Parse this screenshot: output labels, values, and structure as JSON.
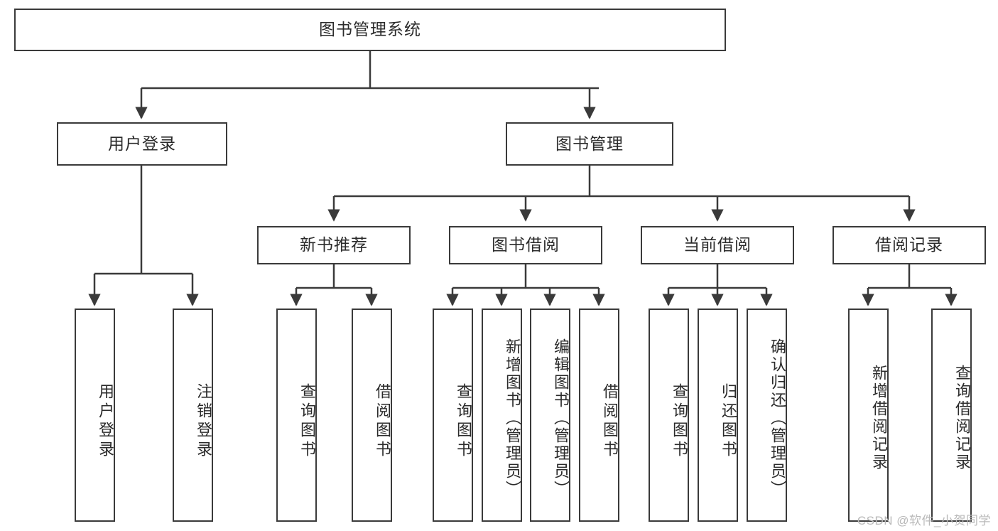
{
  "diagram": {
    "title": "图书管理系统",
    "type": "hierarchy-tree",
    "nodes": {
      "root": {
        "label": "图书管理系统",
        "level": 1,
        "orientation": "horizontal"
      },
      "user_login": {
        "label": "用户登录",
        "level": 2,
        "orientation": "horizontal"
      },
      "book_manage": {
        "label": "图书管理",
        "level": 2,
        "orientation": "horizontal"
      },
      "new_book_rec": {
        "label": "新书推荐",
        "level": 3,
        "orientation": "horizontal"
      },
      "book_borrow": {
        "label": "图书借阅",
        "level": 3,
        "orientation": "horizontal"
      },
      "current_borrow": {
        "label": "当前借阅",
        "level": 3,
        "orientation": "horizontal"
      },
      "borrow_record": {
        "label": "借阅记录",
        "level": 3,
        "orientation": "horizontal"
      },
      "leaf_user_login": {
        "label": "用户登录",
        "level": 4,
        "orientation": "vertical"
      },
      "leaf_user_logout": {
        "label": "注销登录",
        "level": 4,
        "orientation": "vertical"
      },
      "leaf_query_book_1": {
        "label": "查询图书",
        "level": 4,
        "orientation": "vertical"
      },
      "leaf_borrow_book_1": {
        "label": "借阅图书",
        "level": 4,
        "orientation": "vertical"
      },
      "leaf_query_book_2": {
        "label": "查询图书",
        "level": 4,
        "orientation": "vertical"
      },
      "leaf_add_book": {
        "label": "新增图书（管理员）",
        "level": 4,
        "orientation": "vertical"
      },
      "leaf_edit_book": {
        "label": "编辑图书（管理员）",
        "level": 4,
        "orientation": "vertical"
      },
      "leaf_borrow_book_2": {
        "label": "借阅图书",
        "level": 4,
        "orientation": "vertical"
      },
      "leaf_query_book_3": {
        "label": "查询图书",
        "level": 4,
        "orientation": "vertical"
      },
      "leaf_return_book": {
        "label": "归还图书",
        "level": 4,
        "orientation": "vertical"
      },
      "leaf_confirm_return": {
        "label": "确认归还（管理员）",
        "level": 4,
        "orientation": "vertical"
      },
      "leaf_add_record": {
        "label": "新增借阅记录",
        "level": 4,
        "orientation": "vertical"
      },
      "leaf_query_record": {
        "label": "查询借阅记录",
        "level": 4,
        "orientation": "vertical"
      }
    },
    "edges": [
      {
        "from": "root",
        "to": "user_login"
      },
      {
        "from": "root",
        "to": "book_manage"
      },
      {
        "from": "user_login",
        "to": "leaf_user_login"
      },
      {
        "from": "user_login",
        "to": "leaf_user_logout"
      },
      {
        "from": "book_manage",
        "to": "new_book_rec"
      },
      {
        "from": "book_manage",
        "to": "book_borrow"
      },
      {
        "from": "book_manage",
        "to": "current_borrow"
      },
      {
        "from": "book_manage",
        "to": "borrow_record"
      },
      {
        "from": "new_book_rec",
        "to": "leaf_query_book_1"
      },
      {
        "from": "new_book_rec",
        "to": "leaf_borrow_book_1"
      },
      {
        "from": "book_borrow",
        "to": "leaf_query_book_2"
      },
      {
        "from": "book_borrow",
        "to": "leaf_add_book"
      },
      {
        "from": "book_borrow",
        "to": "leaf_edit_book"
      },
      {
        "from": "book_borrow",
        "to": "leaf_borrow_book_2"
      },
      {
        "from": "current_borrow",
        "to": "leaf_query_book_3"
      },
      {
        "from": "current_borrow",
        "to": "leaf_return_book"
      },
      {
        "from": "current_borrow",
        "to": "leaf_confirm_return"
      },
      {
        "from": "borrow_record",
        "to": "leaf_add_record"
      },
      {
        "from": "borrow_record",
        "to": "leaf_query_record"
      }
    ],
    "colors": {
      "stroke": "#3a3a3a",
      "fill": "#ffffff",
      "text": "#2b2b2b",
      "watermark": "#b9b9b9"
    }
  },
  "watermark": {
    "text": "CSDN @软件_小贺同学"
  }
}
